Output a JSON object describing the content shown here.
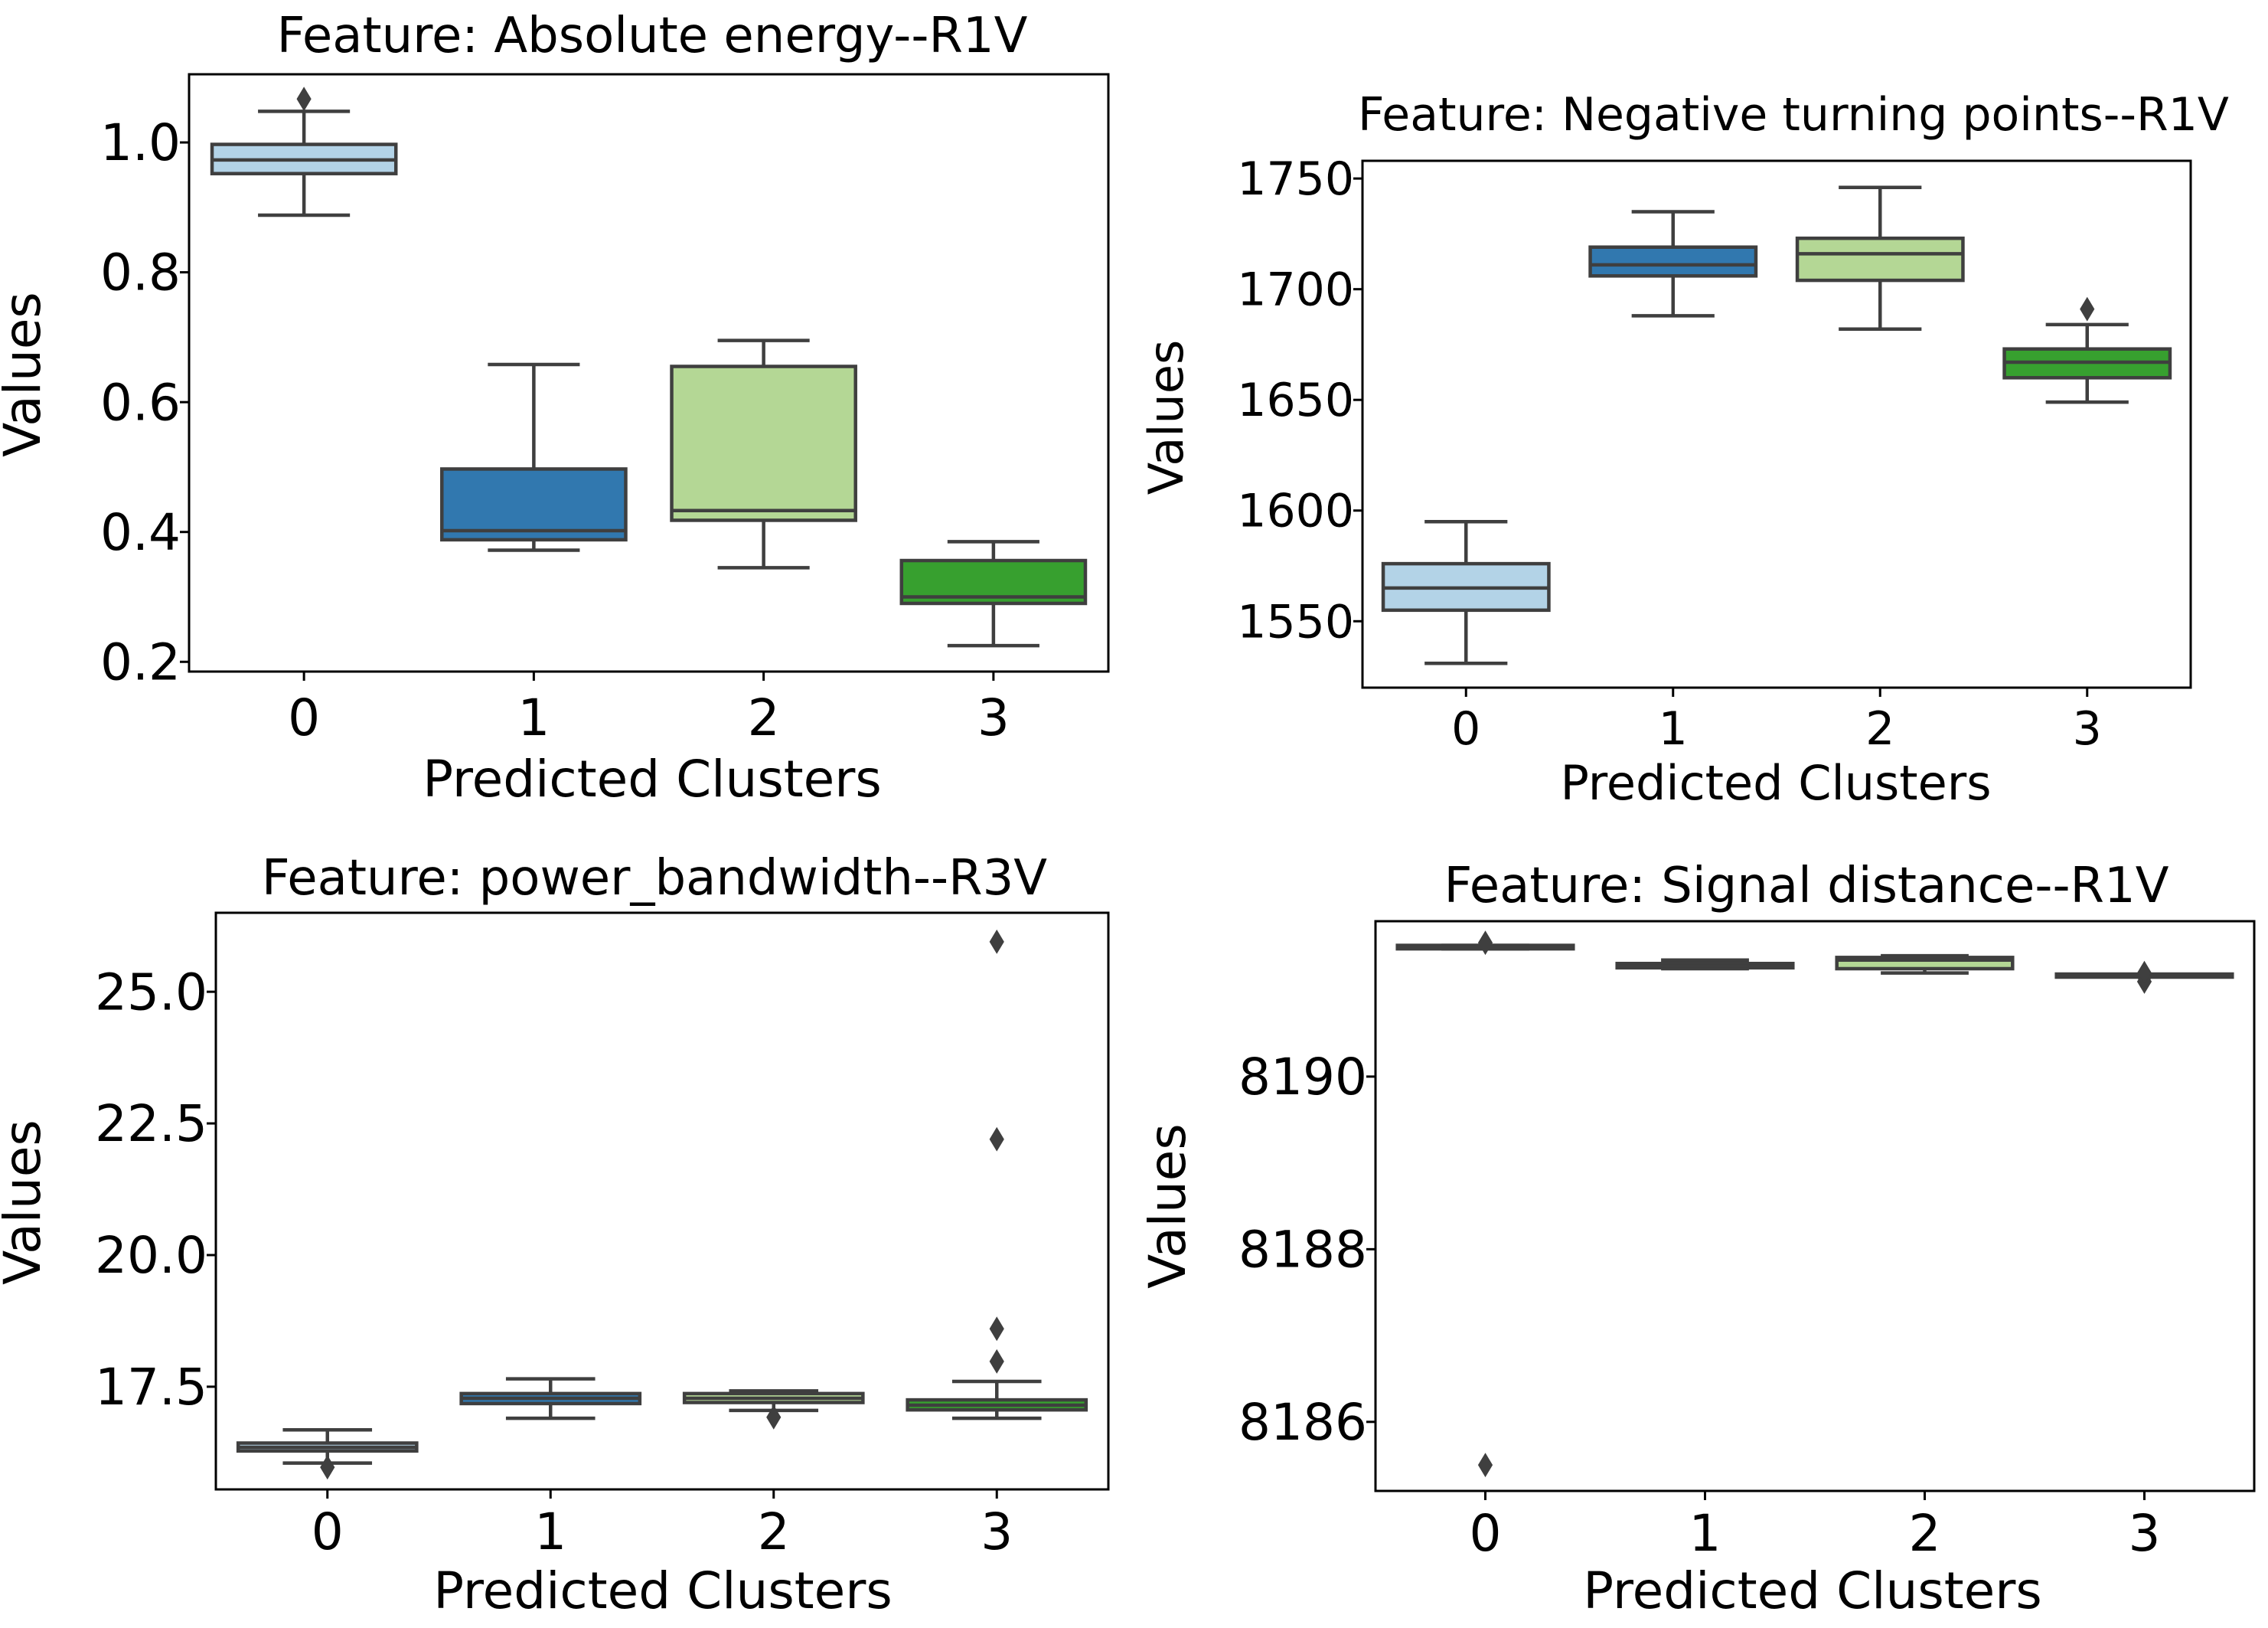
{
  "figure": {
    "colors": {
      "box_edge": "#3f3f3f",
      "cluster_0": "#b3d3e7",
      "cluster_1": "#3178af",
      "cluster_2": "#b4d795",
      "cluster_3": "#37a02f",
      "axes": "#000000"
    }
  },
  "chart_data": [
    {
      "type": "box",
      "title": "Feature: Absolute energy--R1V",
      "xlabel": "Predicted Clusters",
      "ylabel": "Values",
      "categories": [
        "0",
        "1",
        "2",
        "3"
      ],
      "ylim": [
        0.185,
        1.105
      ],
      "yticks": [
        0.2,
        0.4,
        0.6,
        0.8,
        1.0
      ],
      "ytick_labels": [
        "0.2",
        "0.4",
        "0.6",
        "0.8",
        "1.0"
      ],
      "grid": false,
      "boxes": [
        {
          "whislo": 0.888,
          "q1": 0.952,
          "med": 0.973,
          "q3": 0.997,
          "whishi": 1.048,
          "fliers": [
            1.067
          ]
        },
        {
          "whislo": 0.372,
          "q1": 0.388,
          "med": 0.402,
          "q3": 0.497,
          "whishi": 0.658,
          "fliers": []
        },
        {
          "whislo": 0.345,
          "q1": 0.418,
          "med": 0.433,
          "q3": 0.655,
          "whishi": 0.695,
          "fliers": []
        },
        {
          "whislo": 0.225,
          "q1": 0.29,
          "med": 0.3,
          "q3": 0.356,
          "whishi": 0.385,
          "fliers": []
        }
      ]
    },
    {
      "type": "box",
      "title": "Feature: Negative turning points--R1V",
      "xlabel": "Predicted Clusters",
      "ylabel": "Values",
      "categories": [
        "0",
        "1",
        "2",
        "3"
      ],
      "ylim": [
        1520,
        1758
      ],
      "yticks": [
        1550,
        1600,
        1650,
        1700,
        1750
      ],
      "ytick_labels": [
        "1550",
        "1600",
        "1650",
        "1700",
        "1750"
      ],
      "grid": false,
      "boxes": [
        {
          "whislo": 1531,
          "q1": 1555,
          "med": 1565,
          "q3": 1576,
          "whishi": 1595,
          "fliers": []
        },
        {
          "whislo": 1688,
          "q1": 1706,
          "med": 1711,
          "q3": 1719,
          "whishi": 1735,
          "fliers": []
        },
        {
          "whislo": 1682,
          "q1": 1704,
          "med": 1716,
          "q3": 1723,
          "whishi": 1746,
          "fliers": []
        },
        {
          "whislo": 1649,
          "q1": 1660,
          "med": 1667,
          "q3": 1673,
          "whishi": 1684,
          "fliers": [
            1691
          ]
        }
      ]
    },
    {
      "type": "box",
      "title": "Feature: power_bandwidth--R3V",
      "xlabel": "Predicted Clusters",
      "ylabel": "Values",
      "categories": [
        "0",
        "1",
        "2",
        "3"
      ],
      "ylim": [
        15.55,
        26.5
      ],
      "yticks": [
        17.5,
        20.0,
        22.5,
        25.0
      ],
      "ytick_labels": [
        "17.5",
        "20.0",
        "22.5",
        "25.0"
      ],
      "grid": false,
      "boxes": [
        {
          "whislo": 16.05,
          "q1": 16.28,
          "med": 16.35,
          "q3": 16.43,
          "whishi": 16.68,
          "fliers": [
            15.97
          ]
        },
        {
          "whislo": 16.9,
          "q1": 17.18,
          "med": 17.28,
          "q3": 17.37,
          "whishi": 17.65,
          "fliers": []
        },
        {
          "whislo": 17.05,
          "q1": 17.2,
          "med": 17.28,
          "q3": 17.37,
          "whishi": 17.42,
          "fliers": [
            16.92
          ]
        },
        {
          "whislo": 16.9,
          "q1": 17.06,
          "med": 17.15,
          "q3": 17.25,
          "whishi": 17.6,
          "fliers": [
            17.98,
            18.6,
            22.2,
            25.95
          ]
        }
      ]
    },
    {
      "type": "box",
      "title": "Feature: Signal distance--R1V",
      "xlabel": "Predicted Clusters",
      "ylabel": "Values",
      "categories": [
        "0",
        "1",
        "2",
        "3"
      ],
      "ylim": [
        8185.2,
        8191.8
      ],
      "yticks": [
        8186,
        8188,
        8190
      ],
      "ytick_labels": [
        "8186",
        "8188",
        "8190"
      ],
      "grid": false,
      "boxes": [
        {
          "whislo": 8191.48,
          "q1": 8191.48,
          "med": 8191.5,
          "q3": 8191.52,
          "whishi": 8191.52,
          "fliers": [
            8191.55,
            8185.5
          ]
        },
        {
          "whislo": 8191.25,
          "q1": 8191.26,
          "med": 8191.28,
          "q3": 8191.31,
          "whishi": 8191.35,
          "fliers": []
        },
        {
          "whislo": 8191.2,
          "q1": 8191.25,
          "med": 8191.35,
          "q3": 8191.38,
          "whishi": 8191.4,
          "fliers": []
        },
        {
          "whislo": 8191.17,
          "q1": 8191.17,
          "med": 8191.17,
          "q3": 8191.17,
          "whishi": 8191.17,
          "fliers": [
            8191.1,
            8191.15,
            8191.2
          ]
        }
      ]
    }
  ]
}
